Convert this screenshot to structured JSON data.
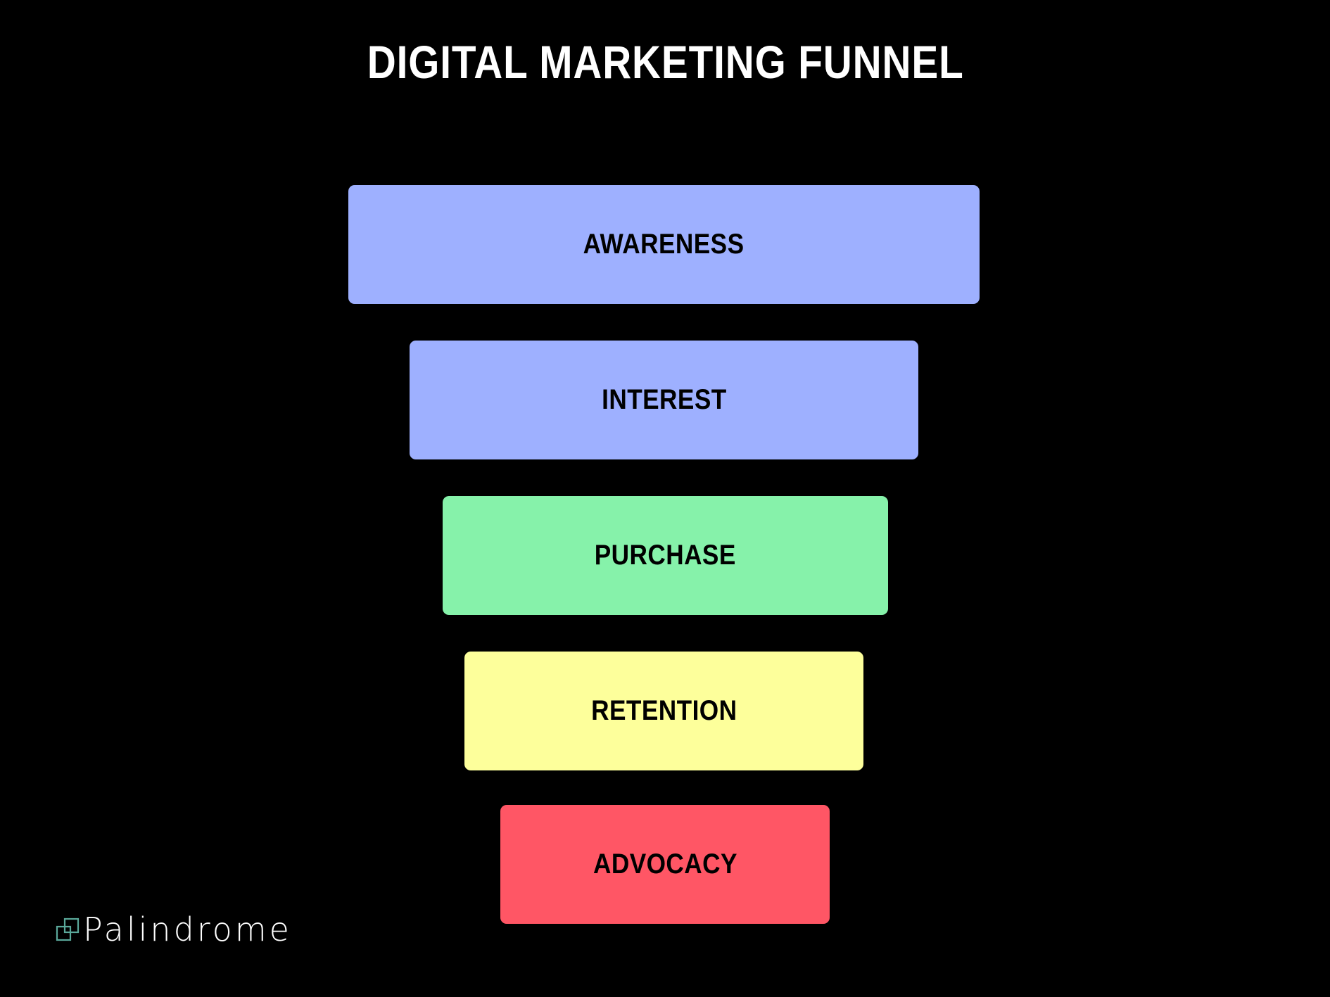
{
  "title": "DIGITAL MARKETING FUNNEL",
  "stages": [
    {
      "label": "AWARENESS",
      "color": "#9eb0ff"
    },
    {
      "label": "INTEREST",
      "color": "#9eb0ff"
    },
    {
      "label": "PURCHASE",
      "color": "#86f2aa"
    },
    {
      "label": "RETENTION",
      "color": "#fdff9b"
    },
    {
      "label": "ADVOCACY",
      "color": "#ff5665"
    }
  ],
  "logo": {
    "text": "Palindrome",
    "icon": "overlapping-squares-icon",
    "icon_color": "#5aa89a"
  },
  "background_color": "#000000"
}
